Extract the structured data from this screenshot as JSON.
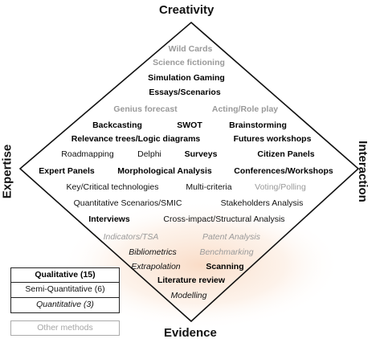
{
  "corners": {
    "top": "Creativity",
    "bottom": "Evidence",
    "left": "Expertise",
    "right": "Interaction"
  },
  "methods": [
    {
      "label": "Wild Cards",
      "cat": "o",
      "bold": true
    },
    {
      "label": "Science fictioning",
      "cat": "o",
      "bold": true
    },
    {
      "label": "Simulation Gaming",
      "cat": "q"
    },
    {
      "label": "Essays/Scenarios",
      "cat": "q"
    },
    {
      "label": "Genius forecast",
      "cat": "o",
      "bold": true
    },
    {
      "label": "Acting/Role play",
      "cat": "o",
      "bold": true
    },
    {
      "label": "Backcasting",
      "cat": "q"
    },
    {
      "label": "SWOT",
      "cat": "q"
    },
    {
      "label": "Brainstorming",
      "cat": "q"
    },
    {
      "label": "Relevance trees/Logic diagrams",
      "cat": "q"
    },
    {
      "label": "Futures workshops",
      "cat": "q"
    },
    {
      "label": "Roadmapping",
      "cat": "s"
    },
    {
      "label": "Delphi",
      "cat": "s"
    },
    {
      "label": "Surveys",
      "cat": "q"
    },
    {
      "label": "Citizen Panels",
      "cat": "q"
    },
    {
      "label": "Expert Panels",
      "cat": "q"
    },
    {
      "label": "Morphological Analysis",
      "cat": "q"
    },
    {
      "label": "Conferences/Workshops",
      "cat": "q"
    },
    {
      "label": "Key/Critical technologies",
      "cat": "s"
    },
    {
      "label": "Multi-criteria",
      "cat": "s"
    },
    {
      "label": "Voting/Polling",
      "cat": "o"
    },
    {
      "label": "Quantitative Scenarios/SMIC",
      "cat": "s"
    },
    {
      "label": "Stakeholders Analysis",
      "cat": "s"
    },
    {
      "label": "Interviews",
      "cat": "q"
    },
    {
      "label": "Cross-impact/Structural Analysis",
      "cat": "s"
    },
    {
      "label": "Indicators/TSA",
      "cat": "o",
      "italic": true
    },
    {
      "label": "Patent Analysis",
      "cat": "o",
      "italic": true
    },
    {
      "label": "Bibliometrics",
      "cat": "t"
    },
    {
      "label": "Benchmarking",
      "cat": "o",
      "italic": true
    },
    {
      "label": "Extrapolation",
      "cat": "t"
    },
    {
      "label": "Scanning",
      "cat": "q"
    },
    {
      "label": "Literature review",
      "cat": "q"
    },
    {
      "label": "Modelling",
      "cat": "t"
    }
  ],
  "legend": {
    "qualitative": "Qualitative (15)",
    "semi_quantitative": "Semi-Quantitative  (6)",
    "quantitative": "Quantitative (3)",
    "other": "Other methods"
  },
  "colors": {
    "line": "#111111",
    "other_text": "#9a9a9a",
    "glow": "#f7d9c4"
  }
}
